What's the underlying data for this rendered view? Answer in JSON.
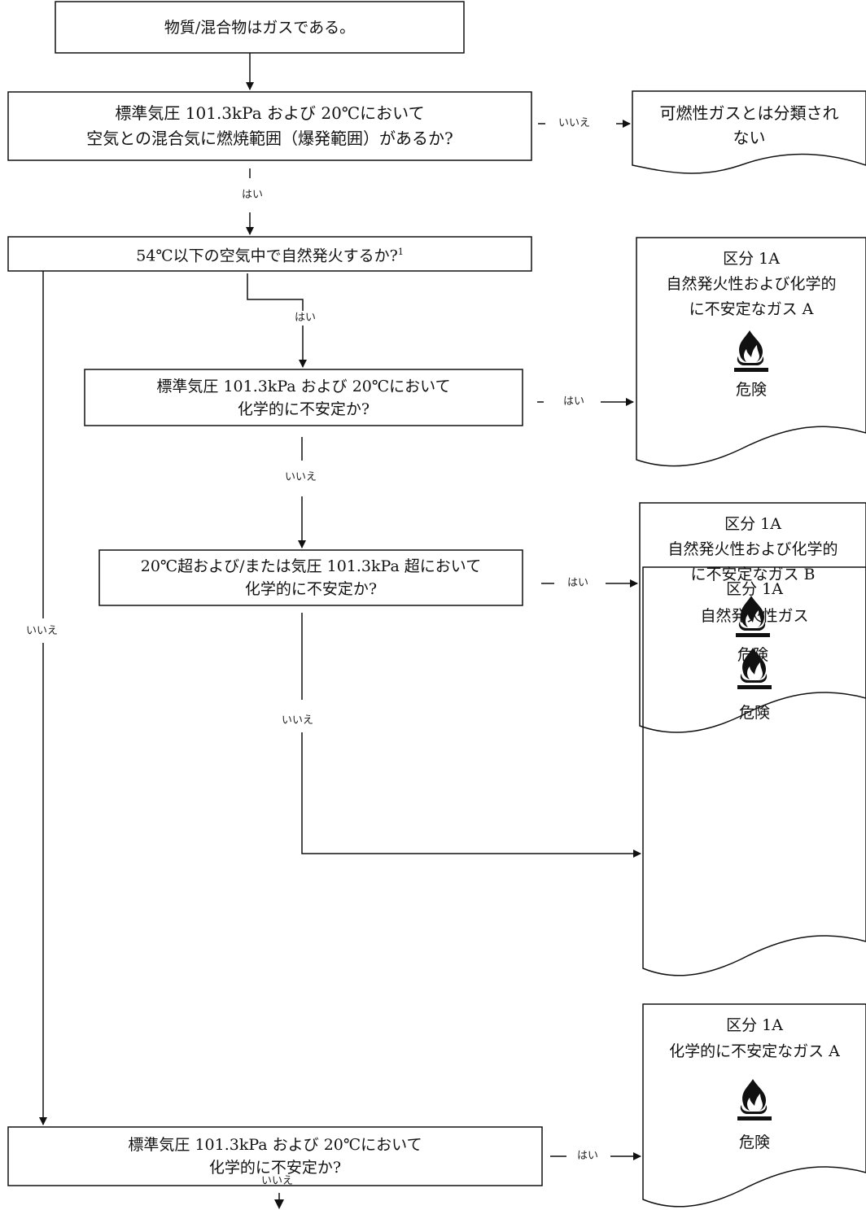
{
  "nodes": {
    "start": "物質/混合物はガスである。",
    "q1": [
      "標準気圧 101.3kPa および 20℃において",
      "空気との混合気に燃焼範囲（爆発範囲）があるか?"
    ],
    "q2": "54℃以下の空気中で自然発火するか?",
    "q2_footnote": "1",
    "q3": [
      "標準気圧 101.3kPa および 20℃において",
      "化学的に不安定か?"
    ],
    "q4": [
      "20℃超および/または気圧 101.3kPa 超において",
      "化学的に不安定か?"
    ],
    "q5": [
      "標準気圧 101.3kPa および 20℃において",
      "化学的に不安定か?"
    ]
  },
  "results": {
    "r0": [
      "可燃性ガスとは分類され",
      "ない"
    ],
    "r1": {
      "lines": [
        "区分 1A",
        "自然発火性および化学的",
        "に不安定なガス  A"
      ],
      "signal": "危険",
      "icon": "flame-icon"
    },
    "r2": {
      "lines": [
        "区分 1A",
        "自然発火性および化学的",
        "に不安定なガス  B"
      ],
      "signal": "危険",
      "icon": "flame-icon"
    },
    "r3": {
      "lines": [
        "区分 1A",
        "自然発火性ガス"
      ],
      "signal": "危険",
      "icon": "flame-icon"
    },
    "r4": {
      "lines": [
        "区分 1A",
        "化学的に不安定なガス  A"
      ],
      "signal": "危険",
      "icon": "flame-icon"
    }
  },
  "labels": {
    "no": "いいえ",
    "yes": "はい"
  }
}
